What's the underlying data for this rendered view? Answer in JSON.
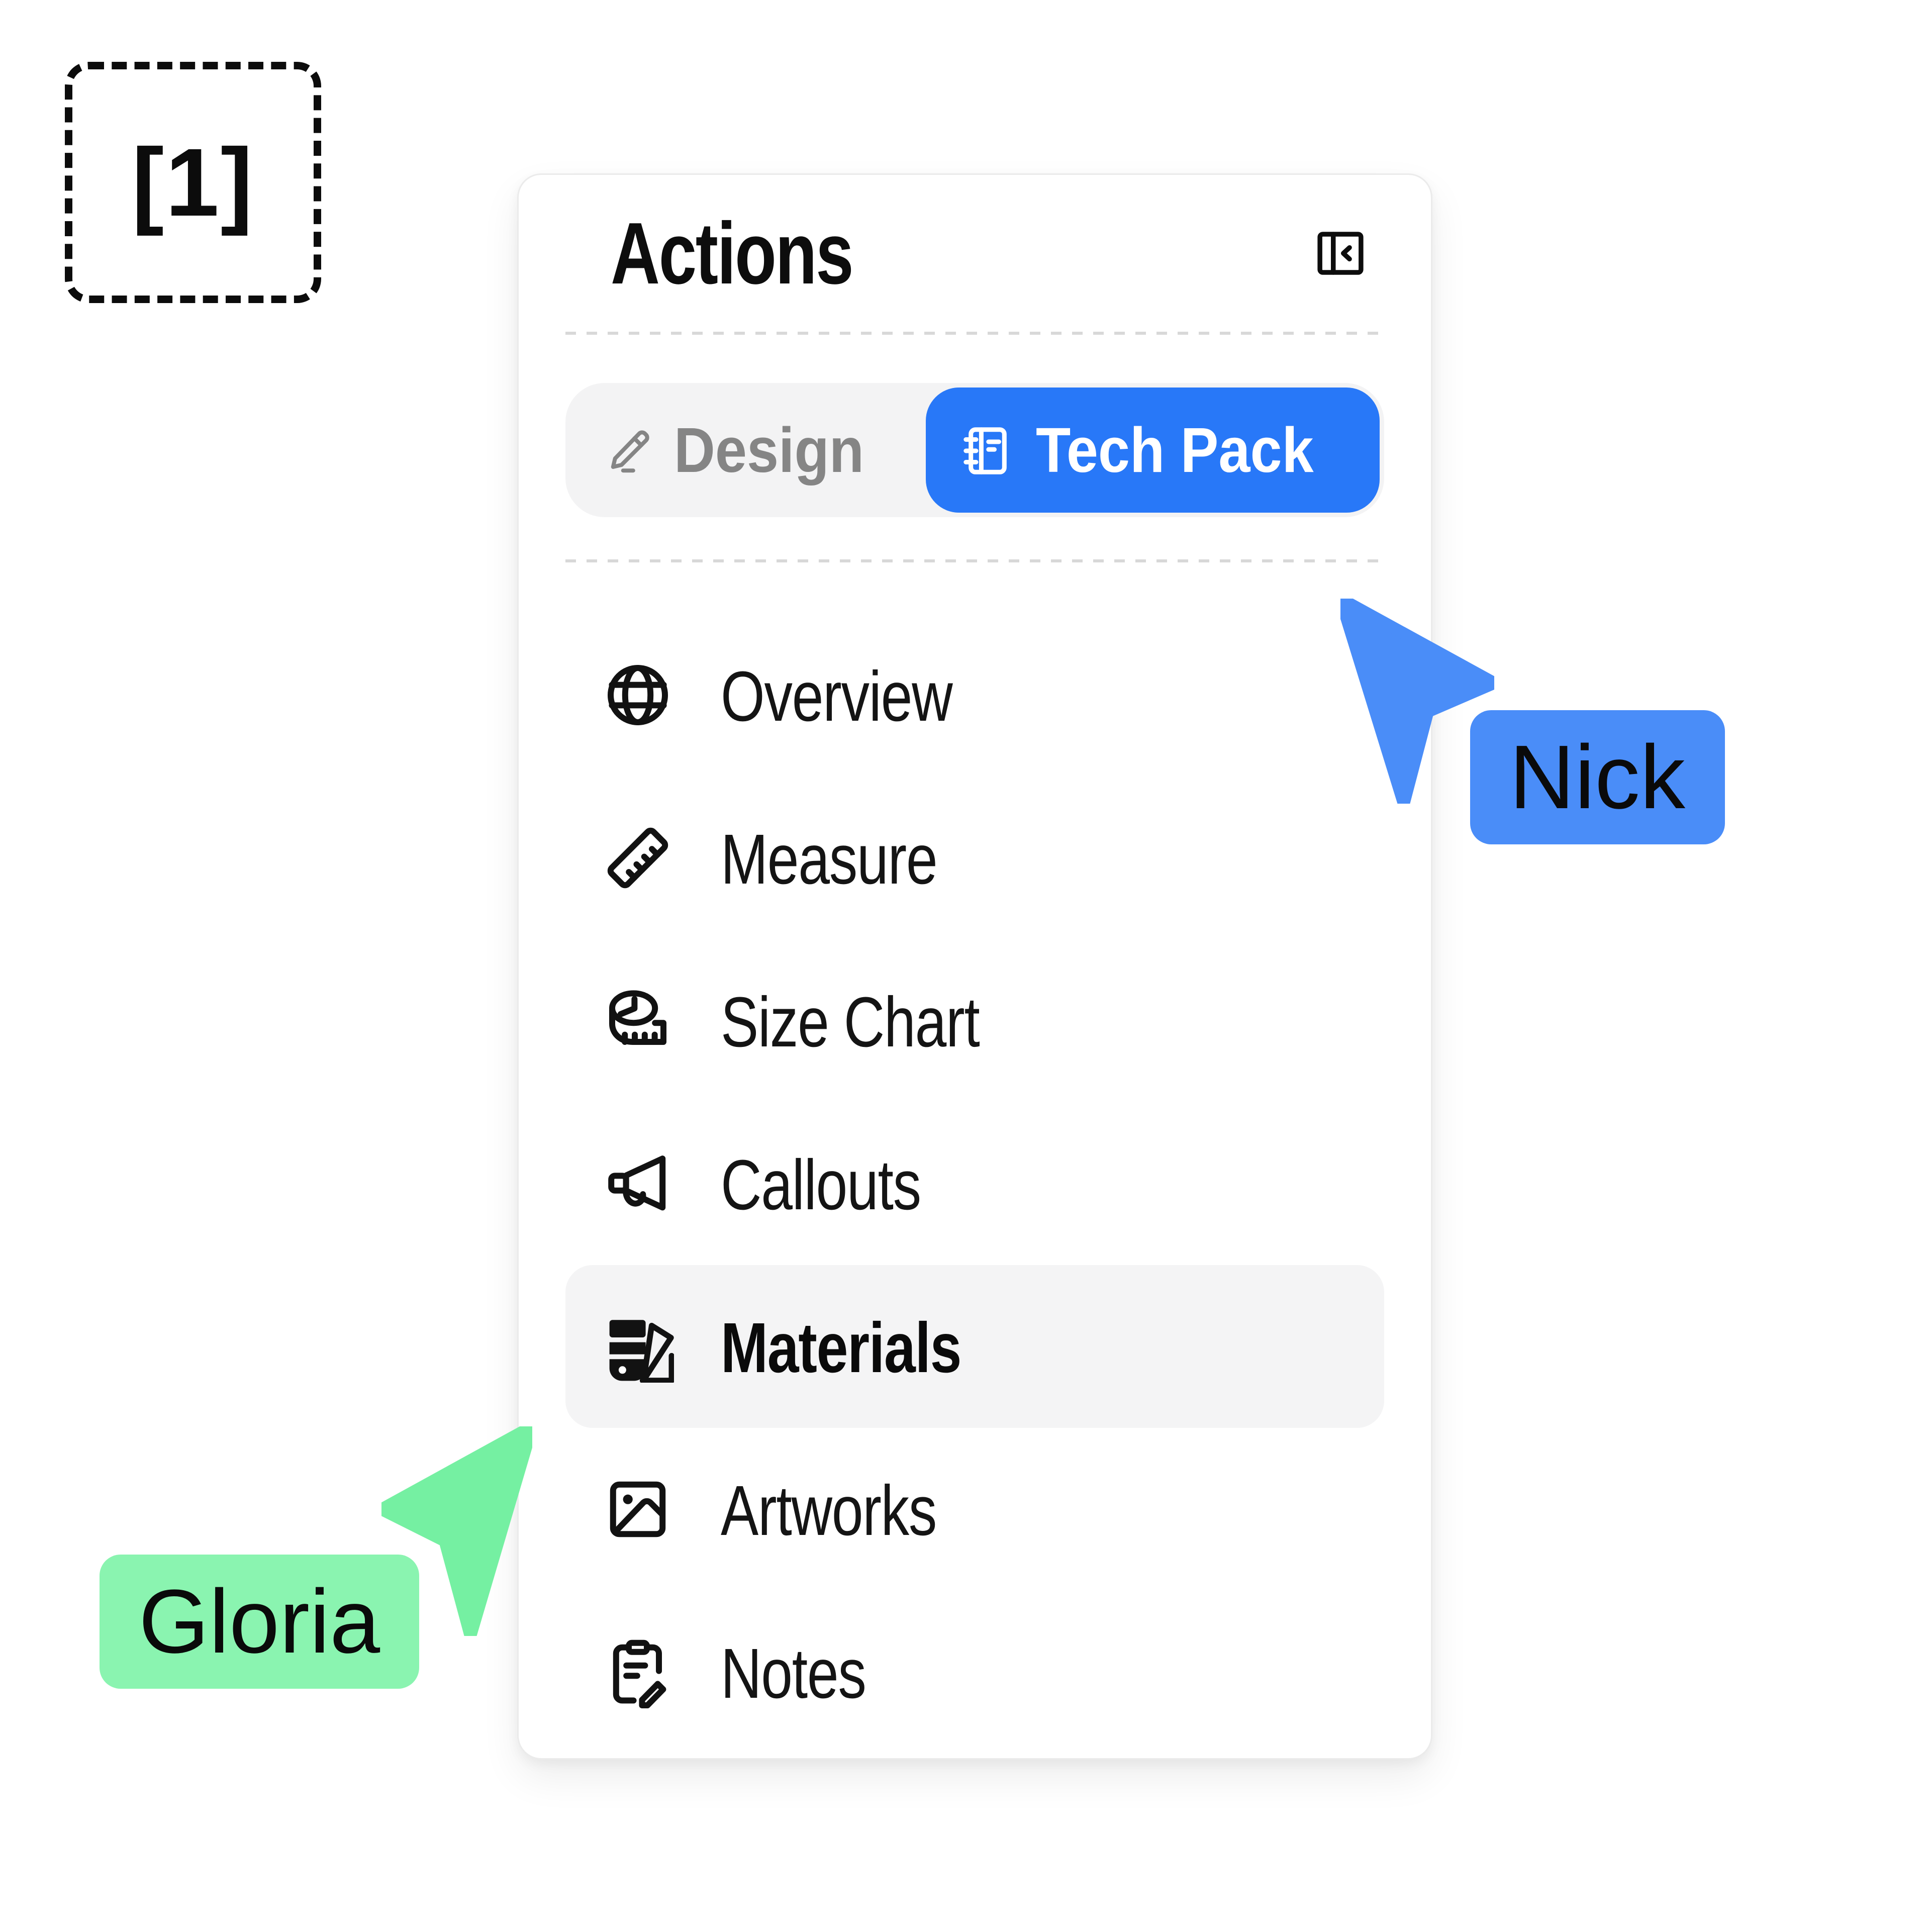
{
  "ref_marker": {
    "label": "[1]"
  },
  "panel": {
    "title": "Actions",
    "collapse_button": {
      "icon": "panel-collapse-left-icon"
    },
    "mode_switch": {
      "segments": [
        {
          "label": "Design",
          "icon": "pencil-icon",
          "selected": false
        },
        {
          "label": "Tech Pack",
          "icon": "notebook-icon",
          "selected": true
        }
      ]
    },
    "menu": [
      {
        "label": "Overview",
        "icon": "globe-icon",
        "active": false
      },
      {
        "label": "Measure",
        "icon": "ruler-icon",
        "active": false
      },
      {
        "label": "Size Chart",
        "icon": "measuring-tape-icon",
        "active": false
      },
      {
        "label": "Callouts",
        "icon": "megaphone-icon",
        "active": false
      },
      {
        "label": "Materials",
        "icon": "swatchbook-pencil-icon",
        "active": true
      },
      {
        "label": "Artworks",
        "icon": "image-icon",
        "active": false
      },
      {
        "label": "Notes",
        "icon": "clipboard-pencil-icon",
        "active": false
      }
    ]
  },
  "collaborators": [
    {
      "name": "Nick",
      "cursor_color": "#4A8DF8",
      "direction": "up-left"
    },
    {
      "name": "Gloria",
      "cursor_color": "#75F0A2",
      "direction": "up-right"
    }
  ],
  "colors": {
    "accent_blue": "#2878F8",
    "cursor_blue": "#4A8DF8",
    "cursor_green": "#75F0A2",
    "label_green": "#8AF4B0",
    "segment_bg": "#F3F3F4",
    "row_highlight": "#F4F4F5",
    "divider": "#D8D8D8",
    "text_muted": "#858585",
    "panel_border": "#EBEBEB"
  }
}
